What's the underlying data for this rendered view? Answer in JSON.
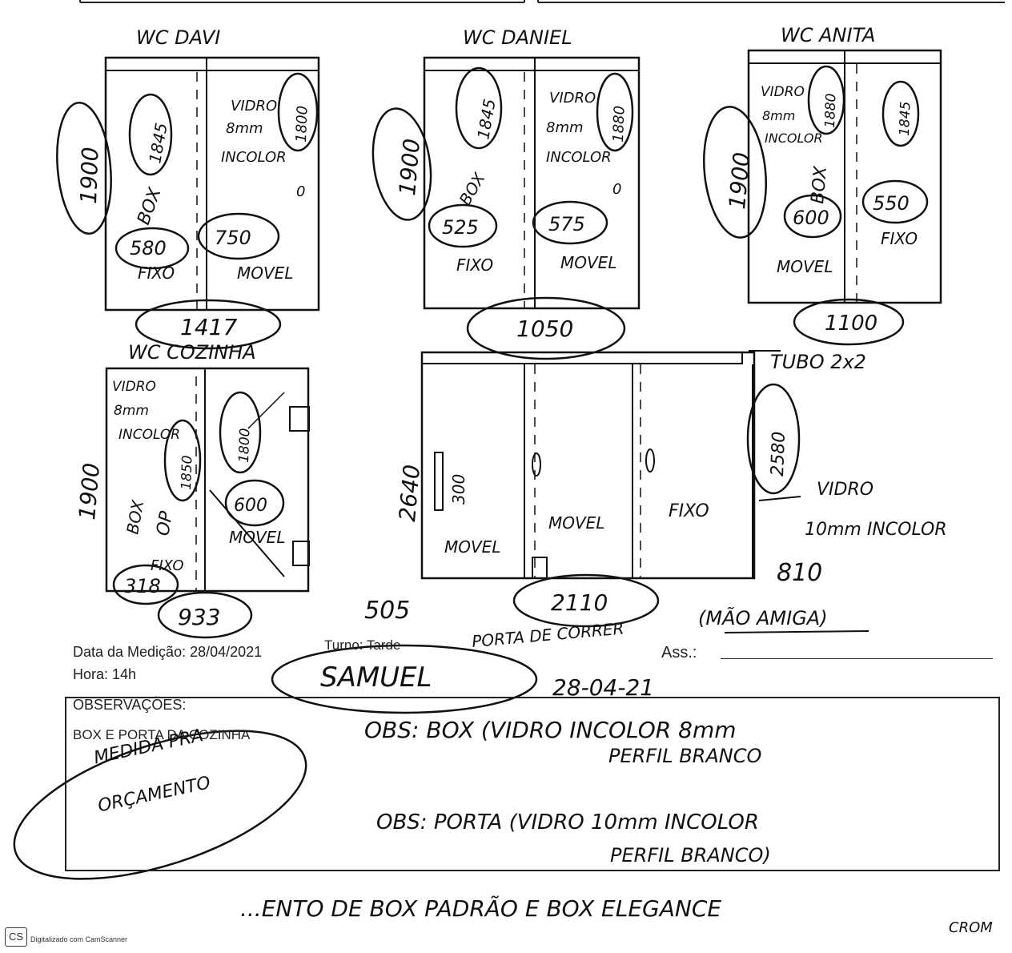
{
  "drawings": {
    "wc_davi": {
      "title": "WC DAVI",
      "height": "1900",
      "glass_height": "1800",
      "box_height": "1845",
      "label_glass": "VIDRO",
      "label_thickness": "8mm",
      "label_color": "INCOLOR",
      "label_box": "BOX",
      "width_fixed": "580",
      "label_fixed": "FIXO",
      "width_movable": "750",
      "label_movable": "MOVEL",
      "total_width": "1417"
    },
    "wc_daniel": {
      "title": "WC DANIEL",
      "height": "1900",
      "glass_height": "1880",
      "box_height": "1845",
      "label_glass": "VIDRO",
      "label_thickness": "8mm",
      "label_color": "INCOLOR",
      "label_box": "BOX",
      "width_fixed": "525",
      "label_fixed": "FIXO",
      "width_movable": "575",
      "label_movable": "MOVEL",
      "total_width": "1050"
    },
    "wc_anita": {
      "title": "WC ANITA",
      "height": "1900",
      "glass_height": "1880",
      "box_height": "1845",
      "label_glass": "VIDRO",
      "label_thickness": "8mm",
      "label_color": "INCOLOR",
      "label_box": "BOX",
      "width_movable": "600",
      "label_movable": "MOVEL",
      "width_fixed": "550",
      "label_fixed": "FIXO",
      "total_width": "1100"
    },
    "wc_cozinha": {
      "title": "WC COZINHA",
      "height": "1900",
      "glass_height": "1850",
      "glass_height_2": "1800",
      "label_glass": "VIDRO",
      "label_thickness": "8mm",
      "label_color": "INCOLOR",
      "label_box": "BOX",
      "label_op": "OP",
      "width_fixed": "318",
      "label_fixed": "FIXO",
      "width_movable": "600",
      "label_movable": "MOVEL",
      "total_width": "933"
    },
    "porta": {
      "height": "2640",
      "handle_height": "300",
      "glass_height": "2580",
      "label_tube": "TUBO 2x2",
      "label_glass": "VIDRO",
      "label_glass_spec": "10mm INCOLOR",
      "label_movable_1": "MOVEL",
      "label_movable_2": "MOVEL",
      "label_fixed": "FIXO",
      "width_right": "810",
      "width_left": "505",
      "total_width": "2110",
      "label_type": "PORTA DE CORRER",
      "label_handle_type": "(MÃO AMIGA)"
    }
  },
  "form": {
    "measure_date_label": "Data da Medição: 28/04/2021",
    "shift_label": "Turno: Tarde",
    "time_label": "Hora: 14h",
    "signature_label": "Ass.:",
    "observations_label": "OBSERVAÇÕES:",
    "observations_text": "BOX E PORTA DA COZINHA"
  },
  "handwritten": {
    "measurer_name": "SAMUEL",
    "date": "28-04-21",
    "budget_note_line1": "MEDIDA PRA",
    "budget_note_line2": "ORÇAMENTO",
    "obs_box_line1": "OBS: BOX (VIDRO INCOLOR 8mm",
    "obs_box_line2": "PERFIL BRANCO",
    "obs_door_line1": "OBS: PORTA (VIDRO 10mm INCOLOR",
    "obs_door_line2": "PERFIL BRANCO)",
    "bottom_note": "...ENTO DE BOX PADRÃO E BOX ELEGANCE",
    "bottom_note_2": "CROM"
  },
  "footer": {
    "logo": "CS",
    "text": "Digitalizado com CamScanner"
  }
}
